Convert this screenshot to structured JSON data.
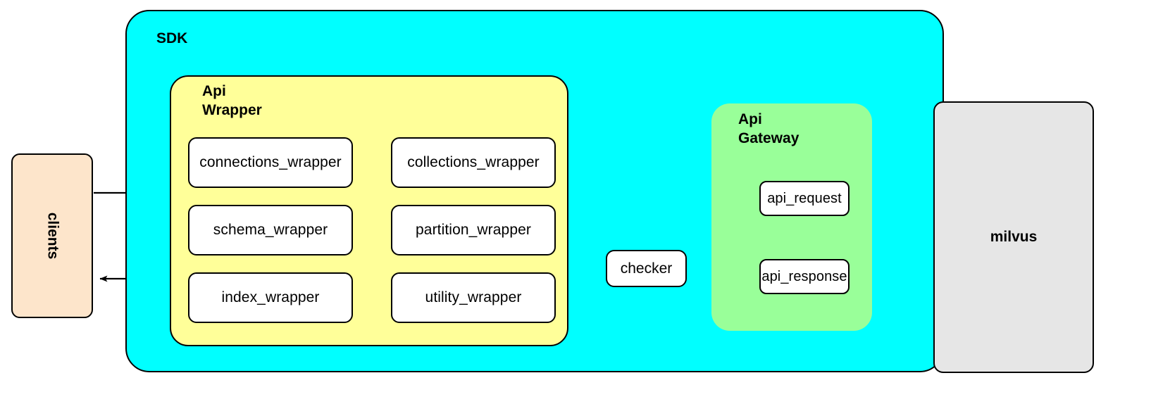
{
  "diagram": {
    "title": "SDK / Api Wrapper / Api Gateway / milvus architecture",
    "containers": {
      "sdk": {
        "label": "SDK",
        "color": "#00ffff"
      },
      "api_wrapper": {
        "label": "Api\nWrapper",
        "color": "#ffff99"
      },
      "api_gateway": {
        "label": "Api\nGateway",
        "color": "#99ff99"
      }
    },
    "wrapper_modules": [
      {
        "label": "connections_wrapper"
      },
      {
        "label": "collections_wrapper"
      },
      {
        "label": "schema_wrapper"
      },
      {
        "label": "partition_wrapper"
      },
      {
        "label": "index_wrapper"
      },
      {
        "label": "utility_wrapper"
      }
    ],
    "gateway_modules": [
      {
        "label": "api_request"
      },
      {
        "label": "api_response"
      }
    ],
    "external_nodes": {
      "clients": {
        "label": "clients",
        "color": "#fde5cb"
      },
      "milvus": {
        "label": "milvus",
        "color": "#e6e6e6"
      }
    },
    "middleware": {
      "checker": {
        "label": "checker",
        "color": "#ffffff"
      }
    },
    "edges": [
      {
        "from": "clients",
        "to": "api_wrapper",
        "direction": "right"
      },
      {
        "from": "api_wrapper",
        "to": "api_request",
        "direction": "right"
      },
      {
        "from": "api_request",
        "to": "milvus",
        "direction": "right"
      },
      {
        "from": "milvus",
        "to": "api_response",
        "direction": "left"
      },
      {
        "from": "api_response",
        "to": "checker",
        "direction": "left"
      },
      {
        "from": "checker",
        "to": "api_wrapper",
        "direction": "left"
      },
      {
        "from": "api_wrapper",
        "to": "clients",
        "direction": "left"
      }
    ],
    "colors": {
      "stroke": "#000000",
      "sdk": "#00ffff",
      "api_wrapper": "#ffff99",
      "api_gateway": "#99ff99",
      "clients": "#fde5cb",
      "milvus": "#e6e6e6",
      "leaf": "#ffffff",
      "background": "#ffffff"
    }
  }
}
